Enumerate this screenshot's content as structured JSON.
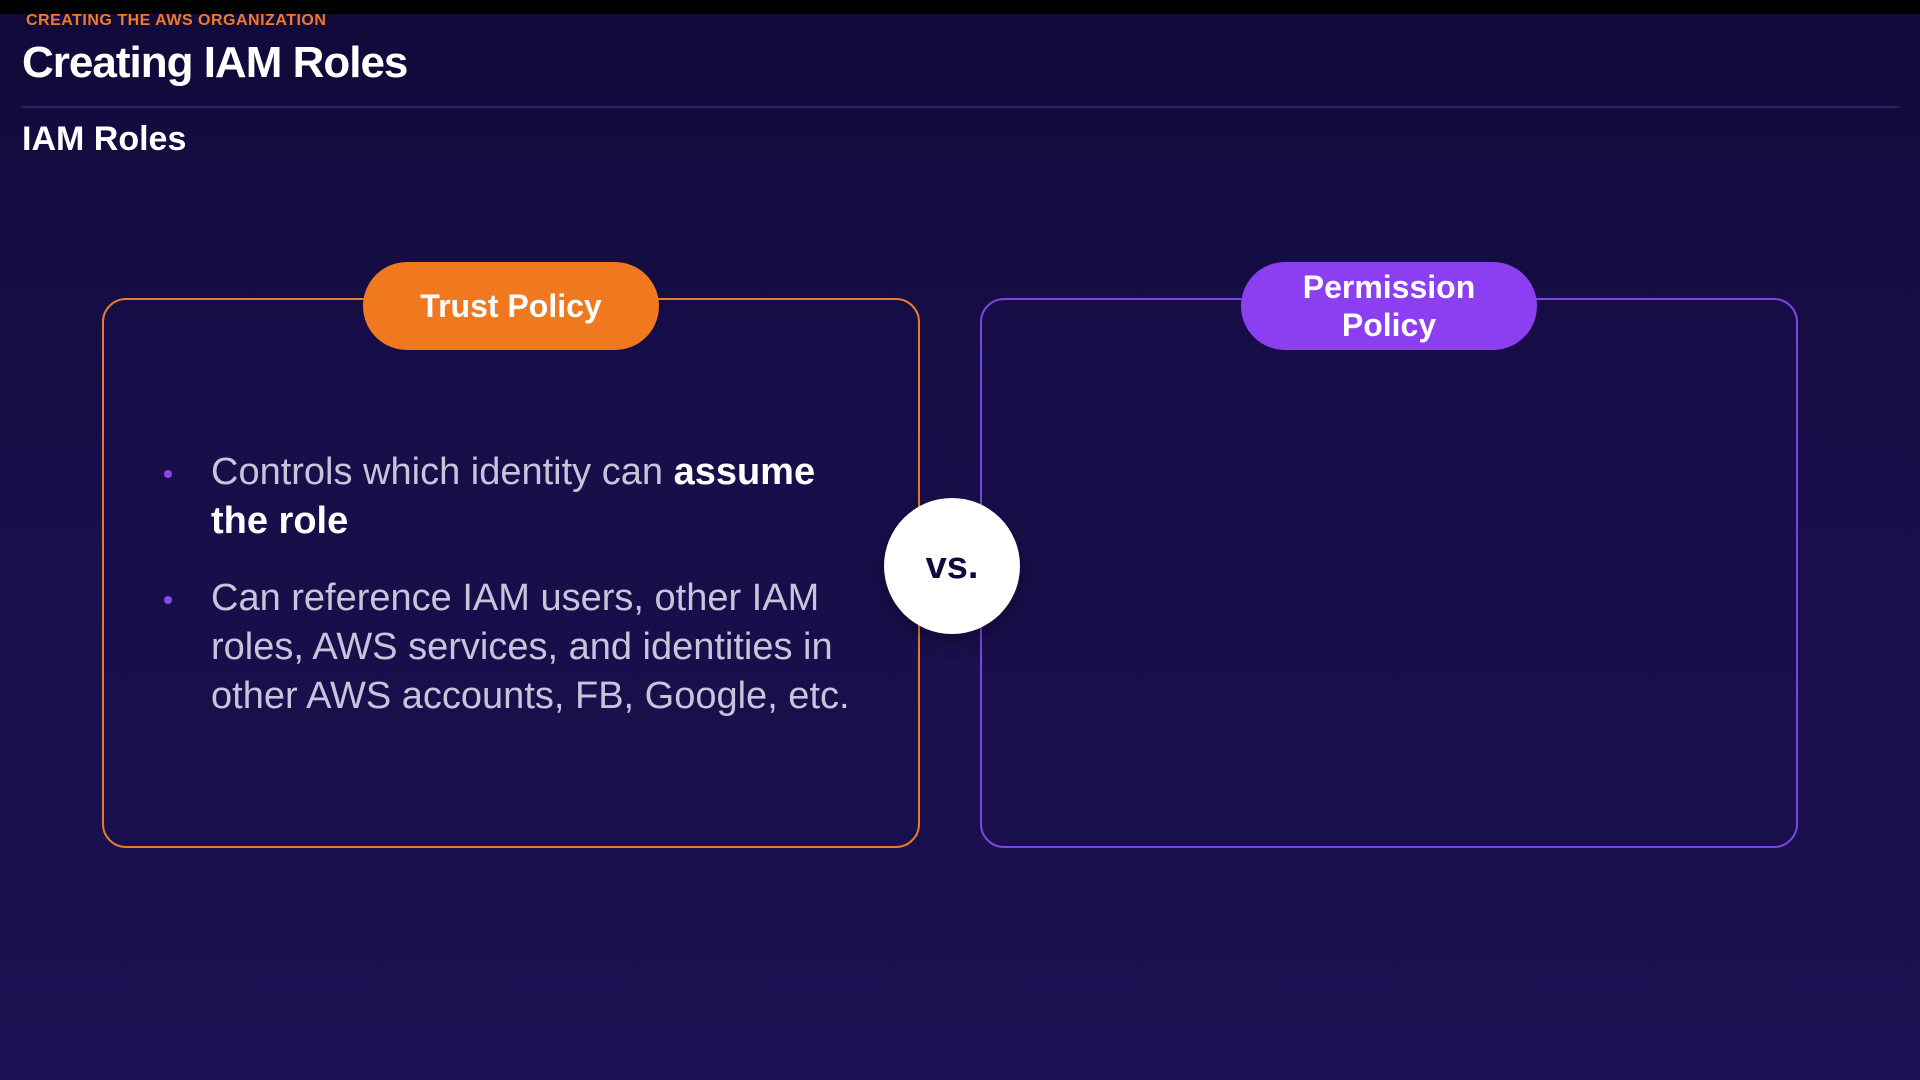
{
  "header": {
    "eyebrow": "CREATING THE AWS ORGANIZATION",
    "title": "Creating IAM Roles"
  },
  "section": {
    "title": "IAM Roles"
  },
  "trust_policy": {
    "label": "Trust Policy",
    "bullets": [
      {
        "text": "Controls which identity can ",
        "emphasis": "assume the role"
      },
      {
        "text": "Can reference IAM users, other IAM roles, AWS services, and identities in other AWS accounts, FB, Google, etc."
      }
    ]
  },
  "permission_policy": {
    "label": "Permission Policy"
  },
  "comparison": {
    "label": "vs."
  },
  "colors": {
    "background": "#160d44",
    "accent_orange": "#f0781f",
    "accent_purple": "#8c3ff0"
  }
}
